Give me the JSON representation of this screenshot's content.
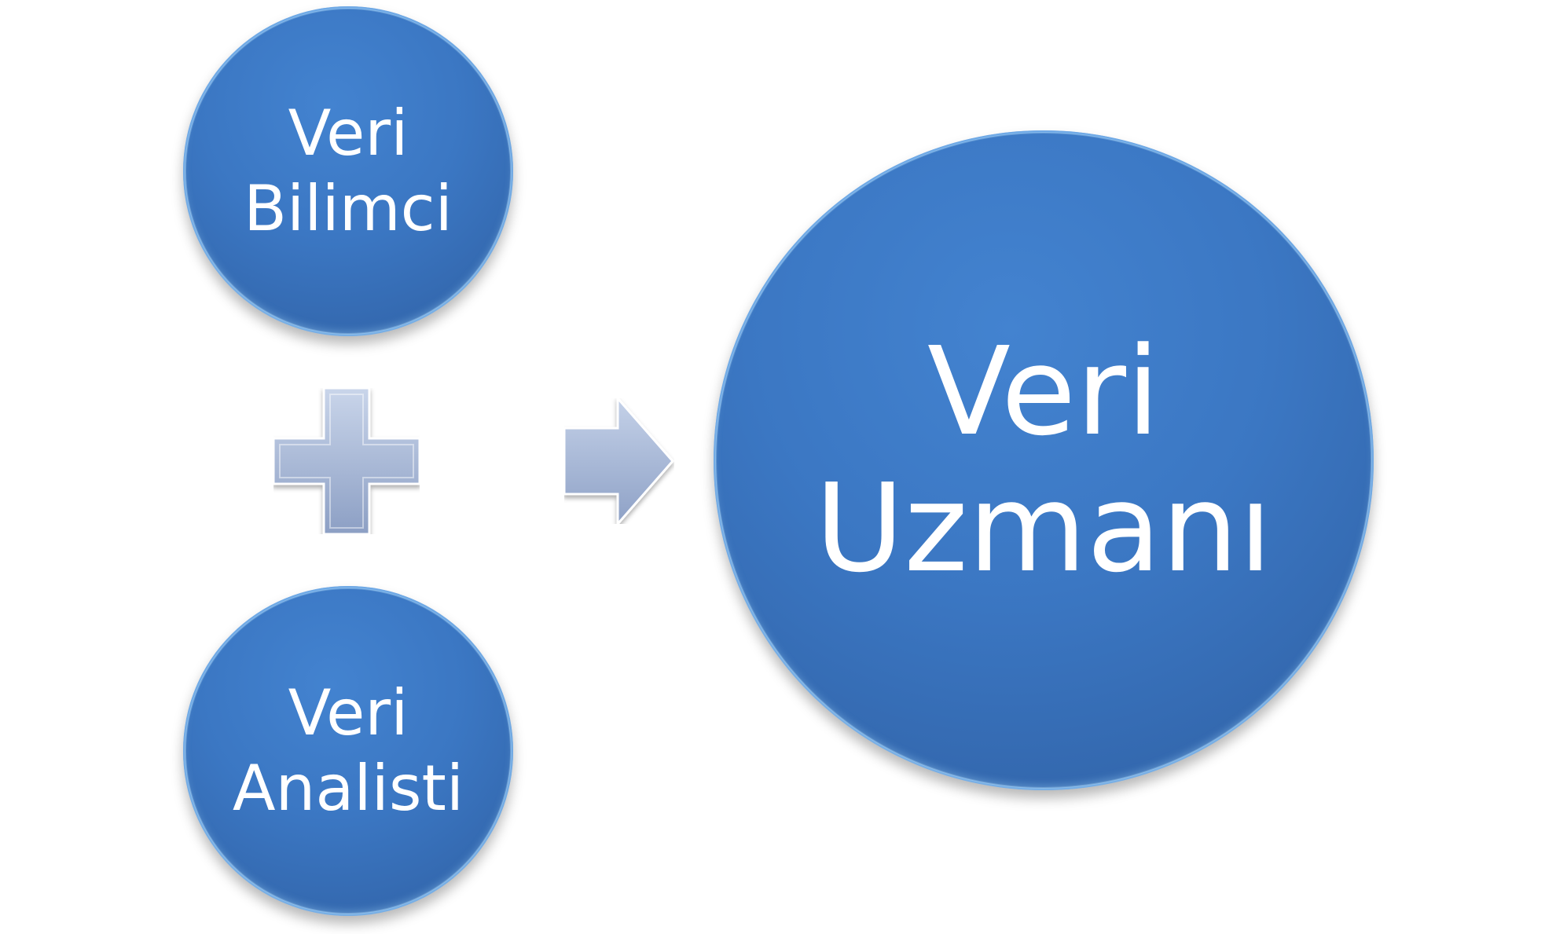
{
  "nodes": {
    "data_scientist": {
      "line1": "Veri",
      "line2": "Bilimci"
    },
    "data_analyst": {
      "line1": "Veri",
      "line2": "Analisti"
    },
    "data_expert": {
      "line1": "Veri",
      "line2": "Uzmanı"
    }
  },
  "colors": {
    "circle_fill": "#3b77c3",
    "circle_edge": "#a9d4ff",
    "symbol_fill": "#9fb1d2",
    "text": "#ffffff"
  },
  "icons": {
    "combine": "plus-icon",
    "result": "arrow-right-icon"
  }
}
